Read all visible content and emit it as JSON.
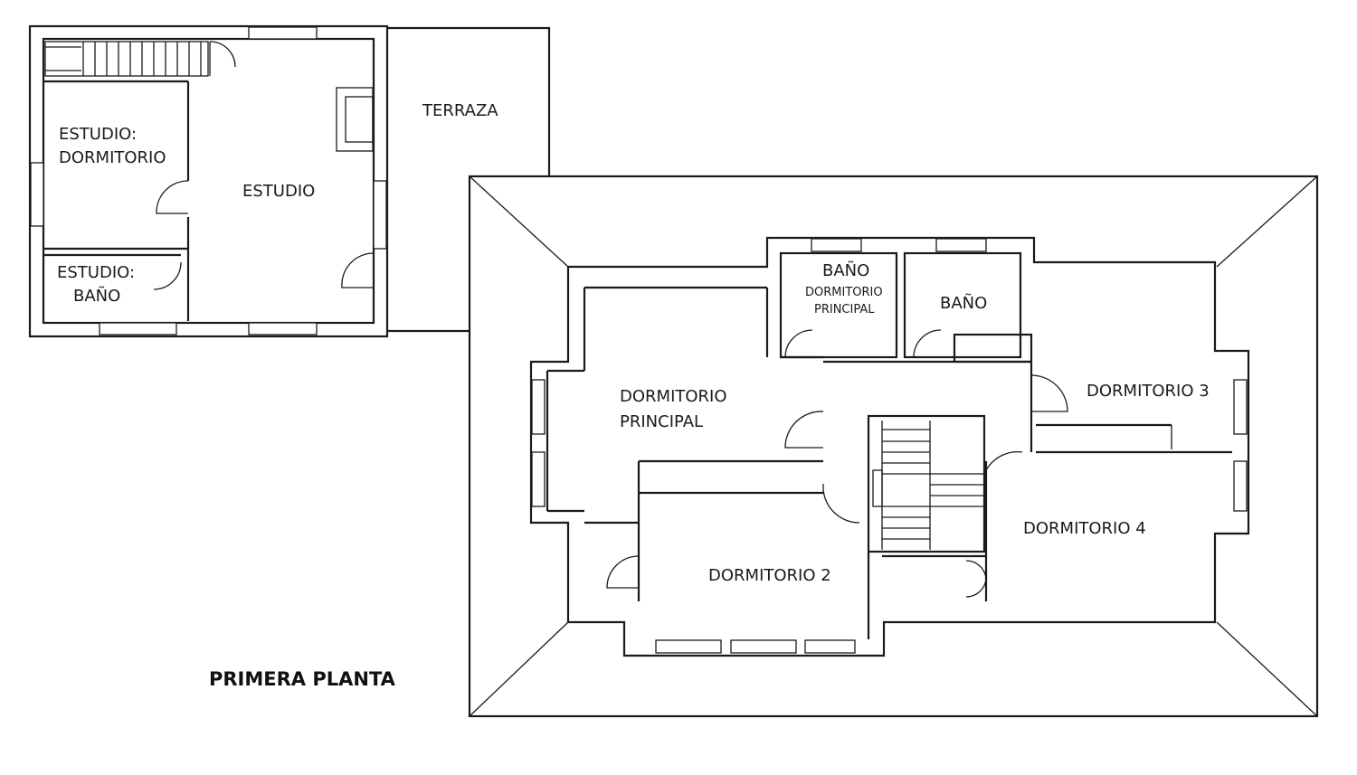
{
  "plan": {
    "title": "PRIMERA PLANTA",
    "rooms": {
      "estudio_dormitorio_l1": "ESTUDIO:",
      "estudio_dormitorio_l2": "DORMITORIO",
      "estudio": "ESTUDIO",
      "estudio_bano_l1": "ESTUDIO:",
      "estudio_bano_l2": "BAÑO",
      "terraza": "TERRAZA",
      "bano_principal_l1": "BAÑO",
      "bano_principal_l2": "DORMITORIO",
      "bano_principal_l3": "PRINCIPAL",
      "bano": "BAÑO",
      "dormitorio_principal_l1": "DORMITORIO",
      "dormitorio_principal_l2": "PRINCIPAL",
      "dormitorio_3": "DORMITORIO 3",
      "dormitorio_2": "DORMITORIO 2",
      "dormitorio_4": "DORMITORIO 4"
    }
  }
}
